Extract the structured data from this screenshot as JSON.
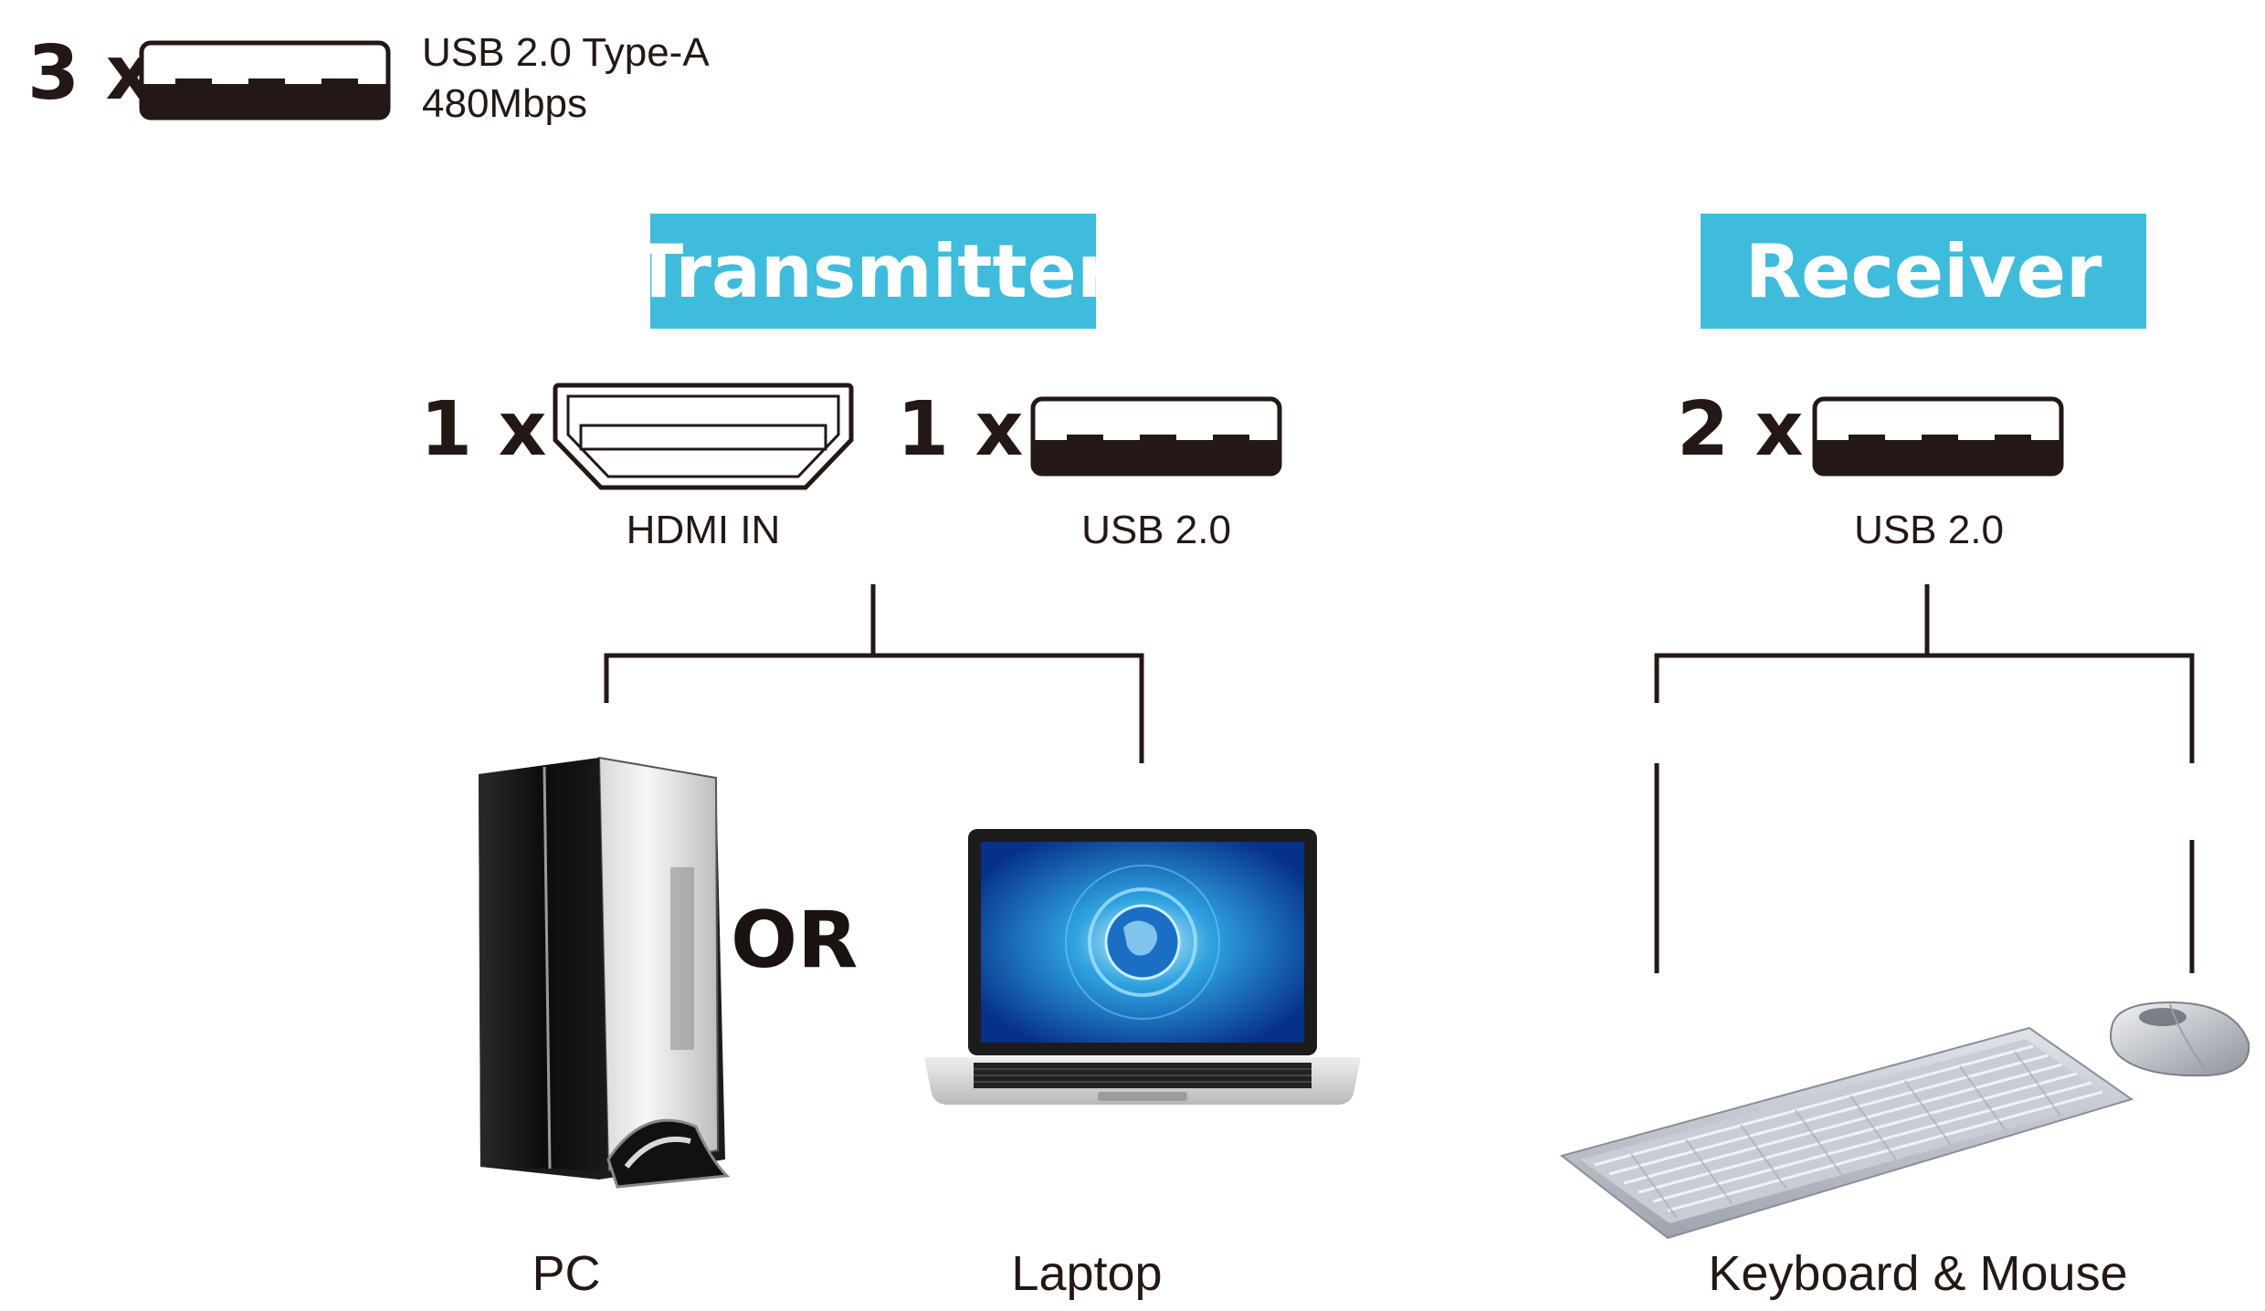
{
  "legend": {
    "count": "3 x",
    "spec_line1": "USB 2.0 Type-A",
    "spec_line2": "480Mbps"
  },
  "transmitter": {
    "title": "Transmitter",
    "hdmi_count": "1 x",
    "hdmi_label": "HDMI IN",
    "usb_count": "1 x",
    "usb_label": "USB 2.0"
  },
  "receiver": {
    "title": "Receiver",
    "usb_count": "2 x",
    "usb_label": "USB 2.0"
  },
  "devices": {
    "or_text": "OR",
    "pc_label": "PC",
    "laptop_label": "Laptop",
    "keyboard_mouse_label": "Keyboard & Mouse"
  },
  "colors": {
    "accent": "#3fbcdc",
    "ink": "#231815"
  },
  "icons": [
    "usb-port-icon",
    "hdmi-port-icon",
    "pc-tower-icon",
    "laptop-icon",
    "keyboard-icon",
    "mouse-icon"
  ]
}
